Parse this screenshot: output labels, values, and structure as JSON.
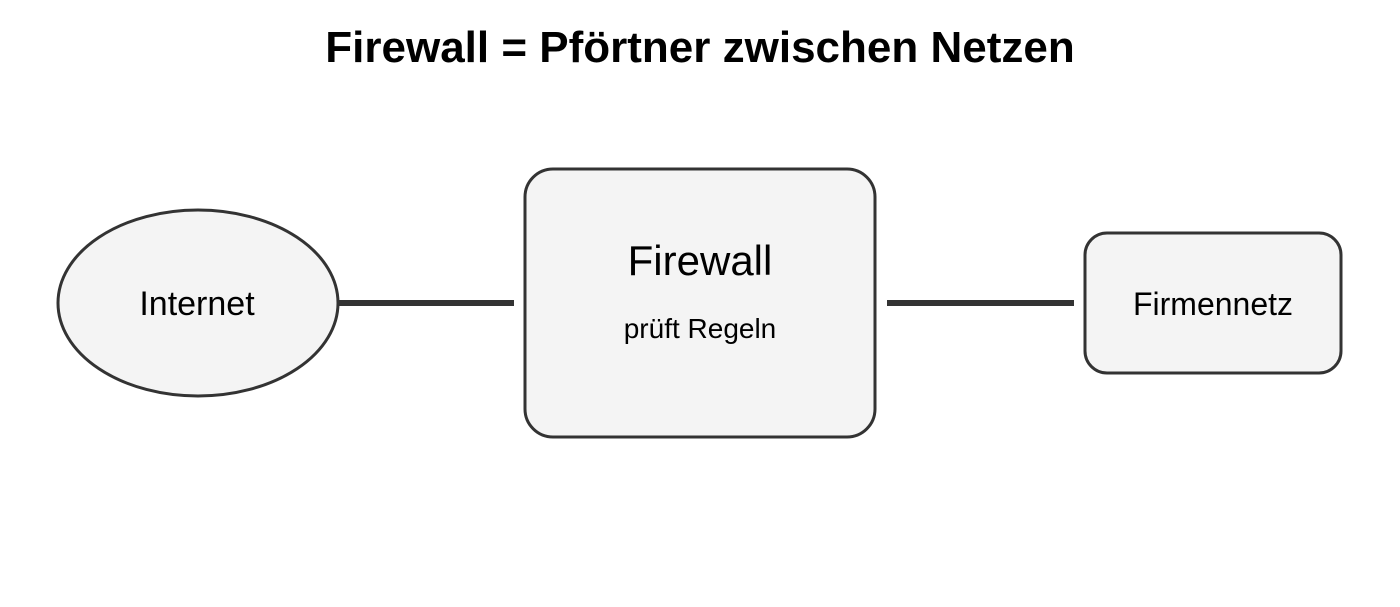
{
  "title": "Firewall = Pförtner zwischen Netzen",
  "nodes": {
    "internet": {
      "label": "Internet"
    },
    "firewall": {
      "label": "Firewall",
      "sublabel": "prüft Regeln"
    },
    "company_network": {
      "label": "Firmennetz"
    }
  },
  "colors": {
    "node_fill": "#f4f4f4",
    "node_stroke": "#333333",
    "connector": "#333333",
    "text": "#000000"
  }
}
